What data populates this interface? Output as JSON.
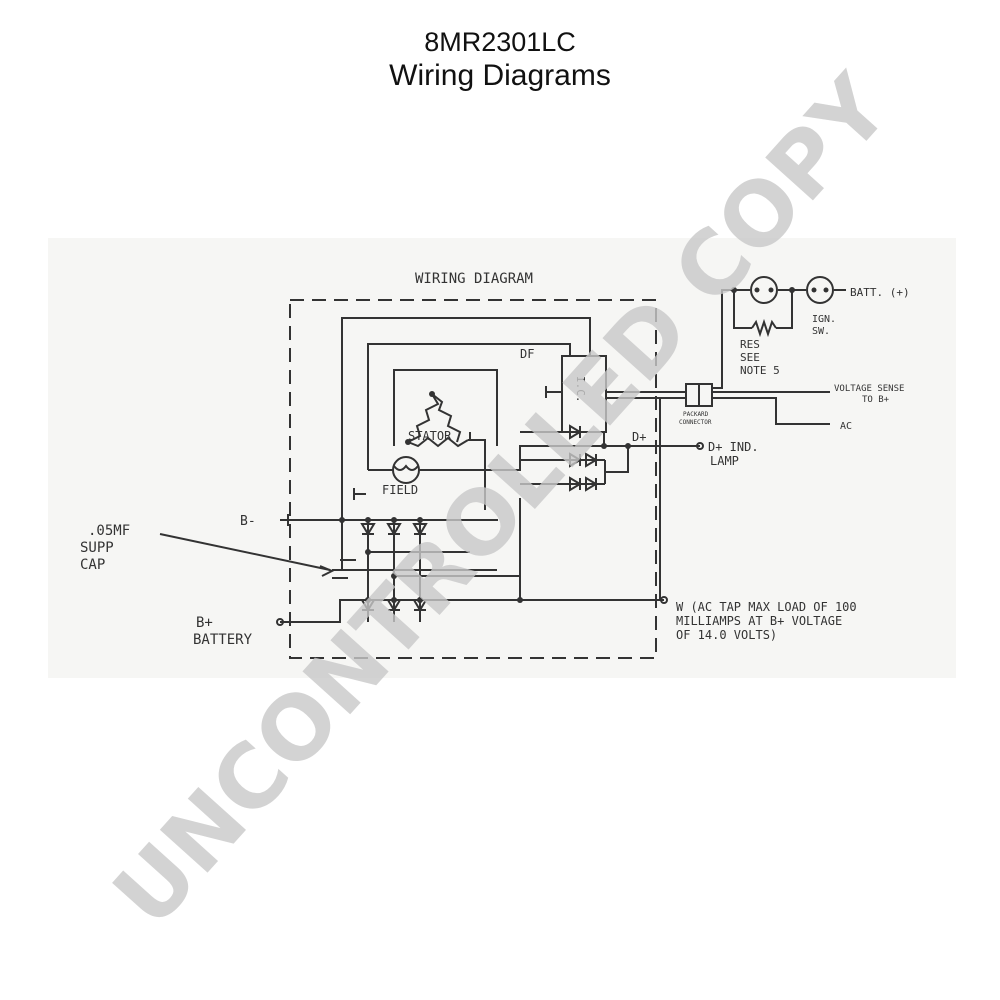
{
  "header": {
    "model": "8MR2301LC",
    "subtitle": "Wiring Diagrams"
  },
  "diagram": {
    "heading": "WIRING DIAGRAM",
    "df": "DF",
    "ic": "I.C.",
    "stator": "STATOR",
    "field": "FIELD",
    "d_plus": "D+",
    "b_minus": "B-",
    "supp_cap": [
      ".05MF",
      "SUPP",
      "CAP"
    ],
    "b_plus": [
      "B+",
      "BATTERY"
    ],
    "batt": "BATT. (+)",
    "ign_sw": [
      "IGN.",
      "SW."
    ],
    "res_note": [
      "RES",
      "SEE",
      "NOTE 5"
    ],
    "voltage_sense": [
      "VOLTAGE SENSE",
      "TO B+"
    ],
    "packard": [
      "PACKARD",
      "CONNECTOR"
    ],
    "ac": "AC",
    "d_lamp": [
      "D+ IND.",
      "LAMP"
    ],
    "w_note": [
      "W (AC TAP MAX LOAD OF 100",
      "MILLIAMPS AT B+ VOLTAGE",
      "OF 14.0 VOLTS)"
    ]
  },
  "watermark": "UNCONTROLLED COPY",
  "colors": {
    "line": "#333333",
    "watermark": "#c8c8c8",
    "panel": "#f6f6f4"
  }
}
